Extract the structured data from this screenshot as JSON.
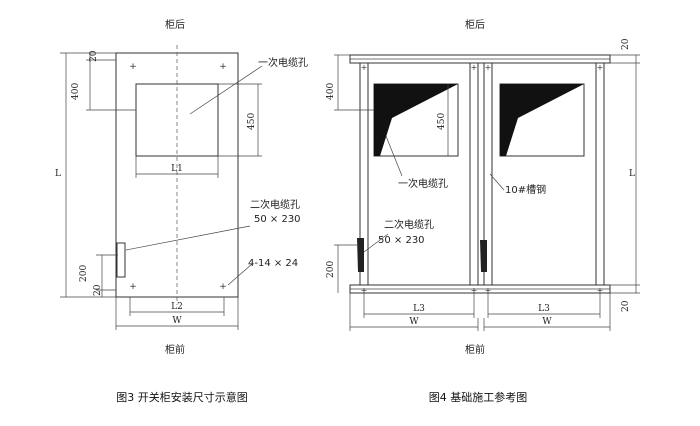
{
  "figure3": {
    "label_top": "柜后",
    "label_bottom": "柜前",
    "primary_cable_hole": "一次电缆孔",
    "secondary_cable_hole": "二次电缆孔",
    "secondary_hole_size": "50 × 230",
    "bolt_spec": "4-14 × 24",
    "dim_20_top": "20",
    "dim_400": "400",
    "dim_450": "450",
    "dim_L": "L",
    "dim_L1": "L1",
    "dim_L2": "L2",
    "dim_W": "W",
    "dim_200": "200",
    "dim_20_bottom": "20",
    "caption": "图3 开关柜安装尺寸示意图"
  },
  "figure4": {
    "label_top": "柜后",
    "label_bottom": "柜前",
    "primary_cable_hole": "一次电缆孔",
    "channel_steel": "10#槽钢",
    "secondary_cable_hole": "二次电缆孔",
    "secondary_hole_size": "50 × 230",
    "dim_400": "400",
    "dim_450": "450",
    "dim_L": "L",
    "dim_20_top": "20",
    "dim_20_bottom": "20",
    "dim_200": "200",
    "dim_L3_left": "L3",
    "dim_L3_right": "L3",
    "dim_W_left": "W",
    "dim_W_right": "W",
    "caption": "图4 基础施工参考图"
  }
}
